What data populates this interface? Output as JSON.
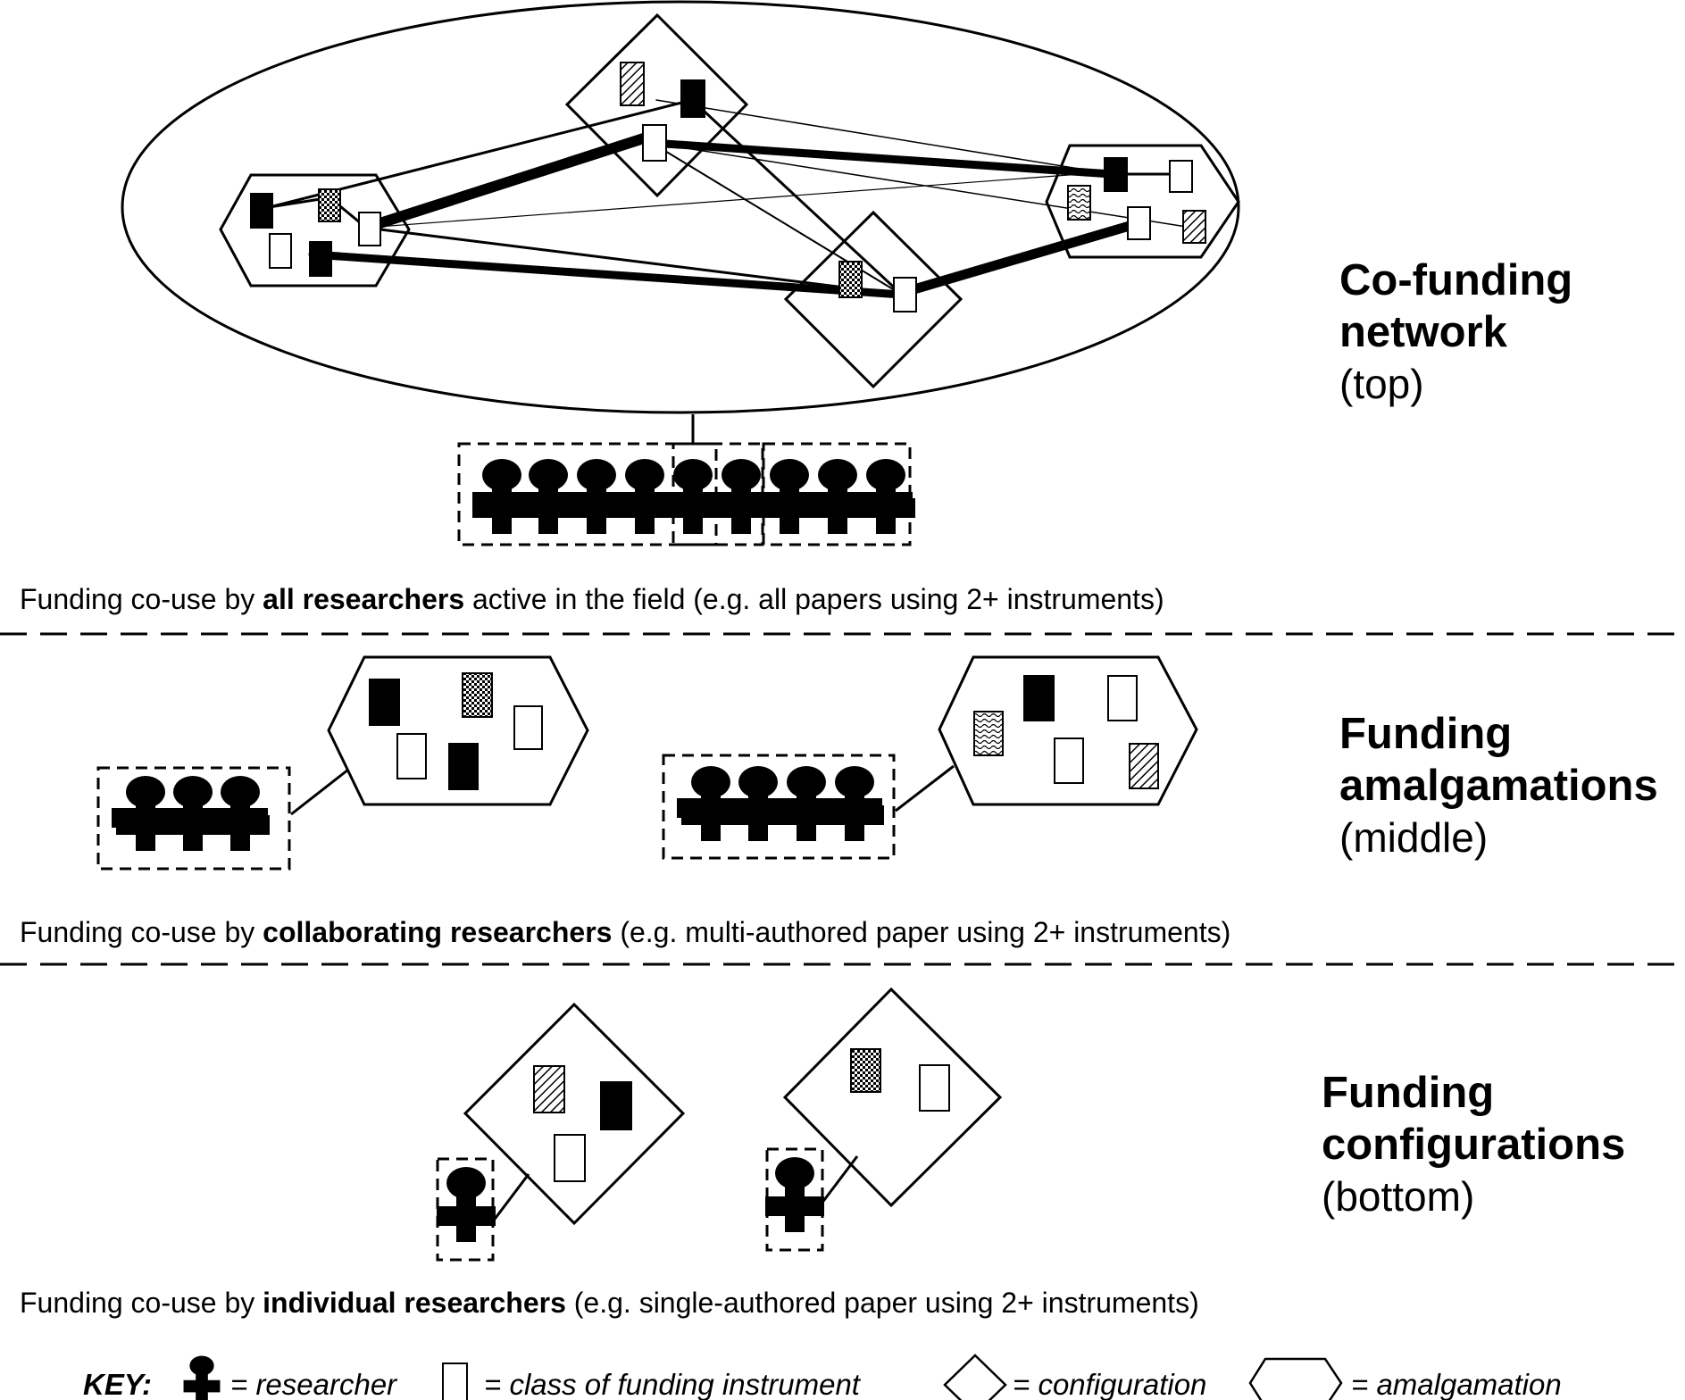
{
  "levels": {
    "top": {
      "title_line1": "Co-funding",
      "title_line2": "network",
      "position": "(top)"
    },
    "middle": {
      "title_line1": "Funding",
      "title_line2": "amalgamations",
      "position": "(middle)"
    },
    "bottom": {
      "title_line1": "Funding",
      "title_line2": "configurations",
      "position": "(bottom)"
    }
  },
  "captions": {
    "top": {
      "pre": "Funding co-use by ",
      "bold": "all researchers",
      "post": " active in the field (e.g. all papers using 2+ instruments)"
    },
    "middle": {
      "pre": "Funding co-use by ",
      "bold": "collaborating researchers",
      "post": " (e.g. multi-authored paper using 2+ instruments)"
    },
    "bottom": {
      "pre": "Funding co-use by ",
      "bold": "individual researchers",
      "post": " (e.g. single-authored paper using 2+ instruments)"
    }
  },
  "key": {
    "title": "KEY:",
    "researcher": "= researcher",
    "instrument": "= class of funding instrument",
    "configuration": "= configuration",
    "amalgamation": "= amalgamation"
  }
}
